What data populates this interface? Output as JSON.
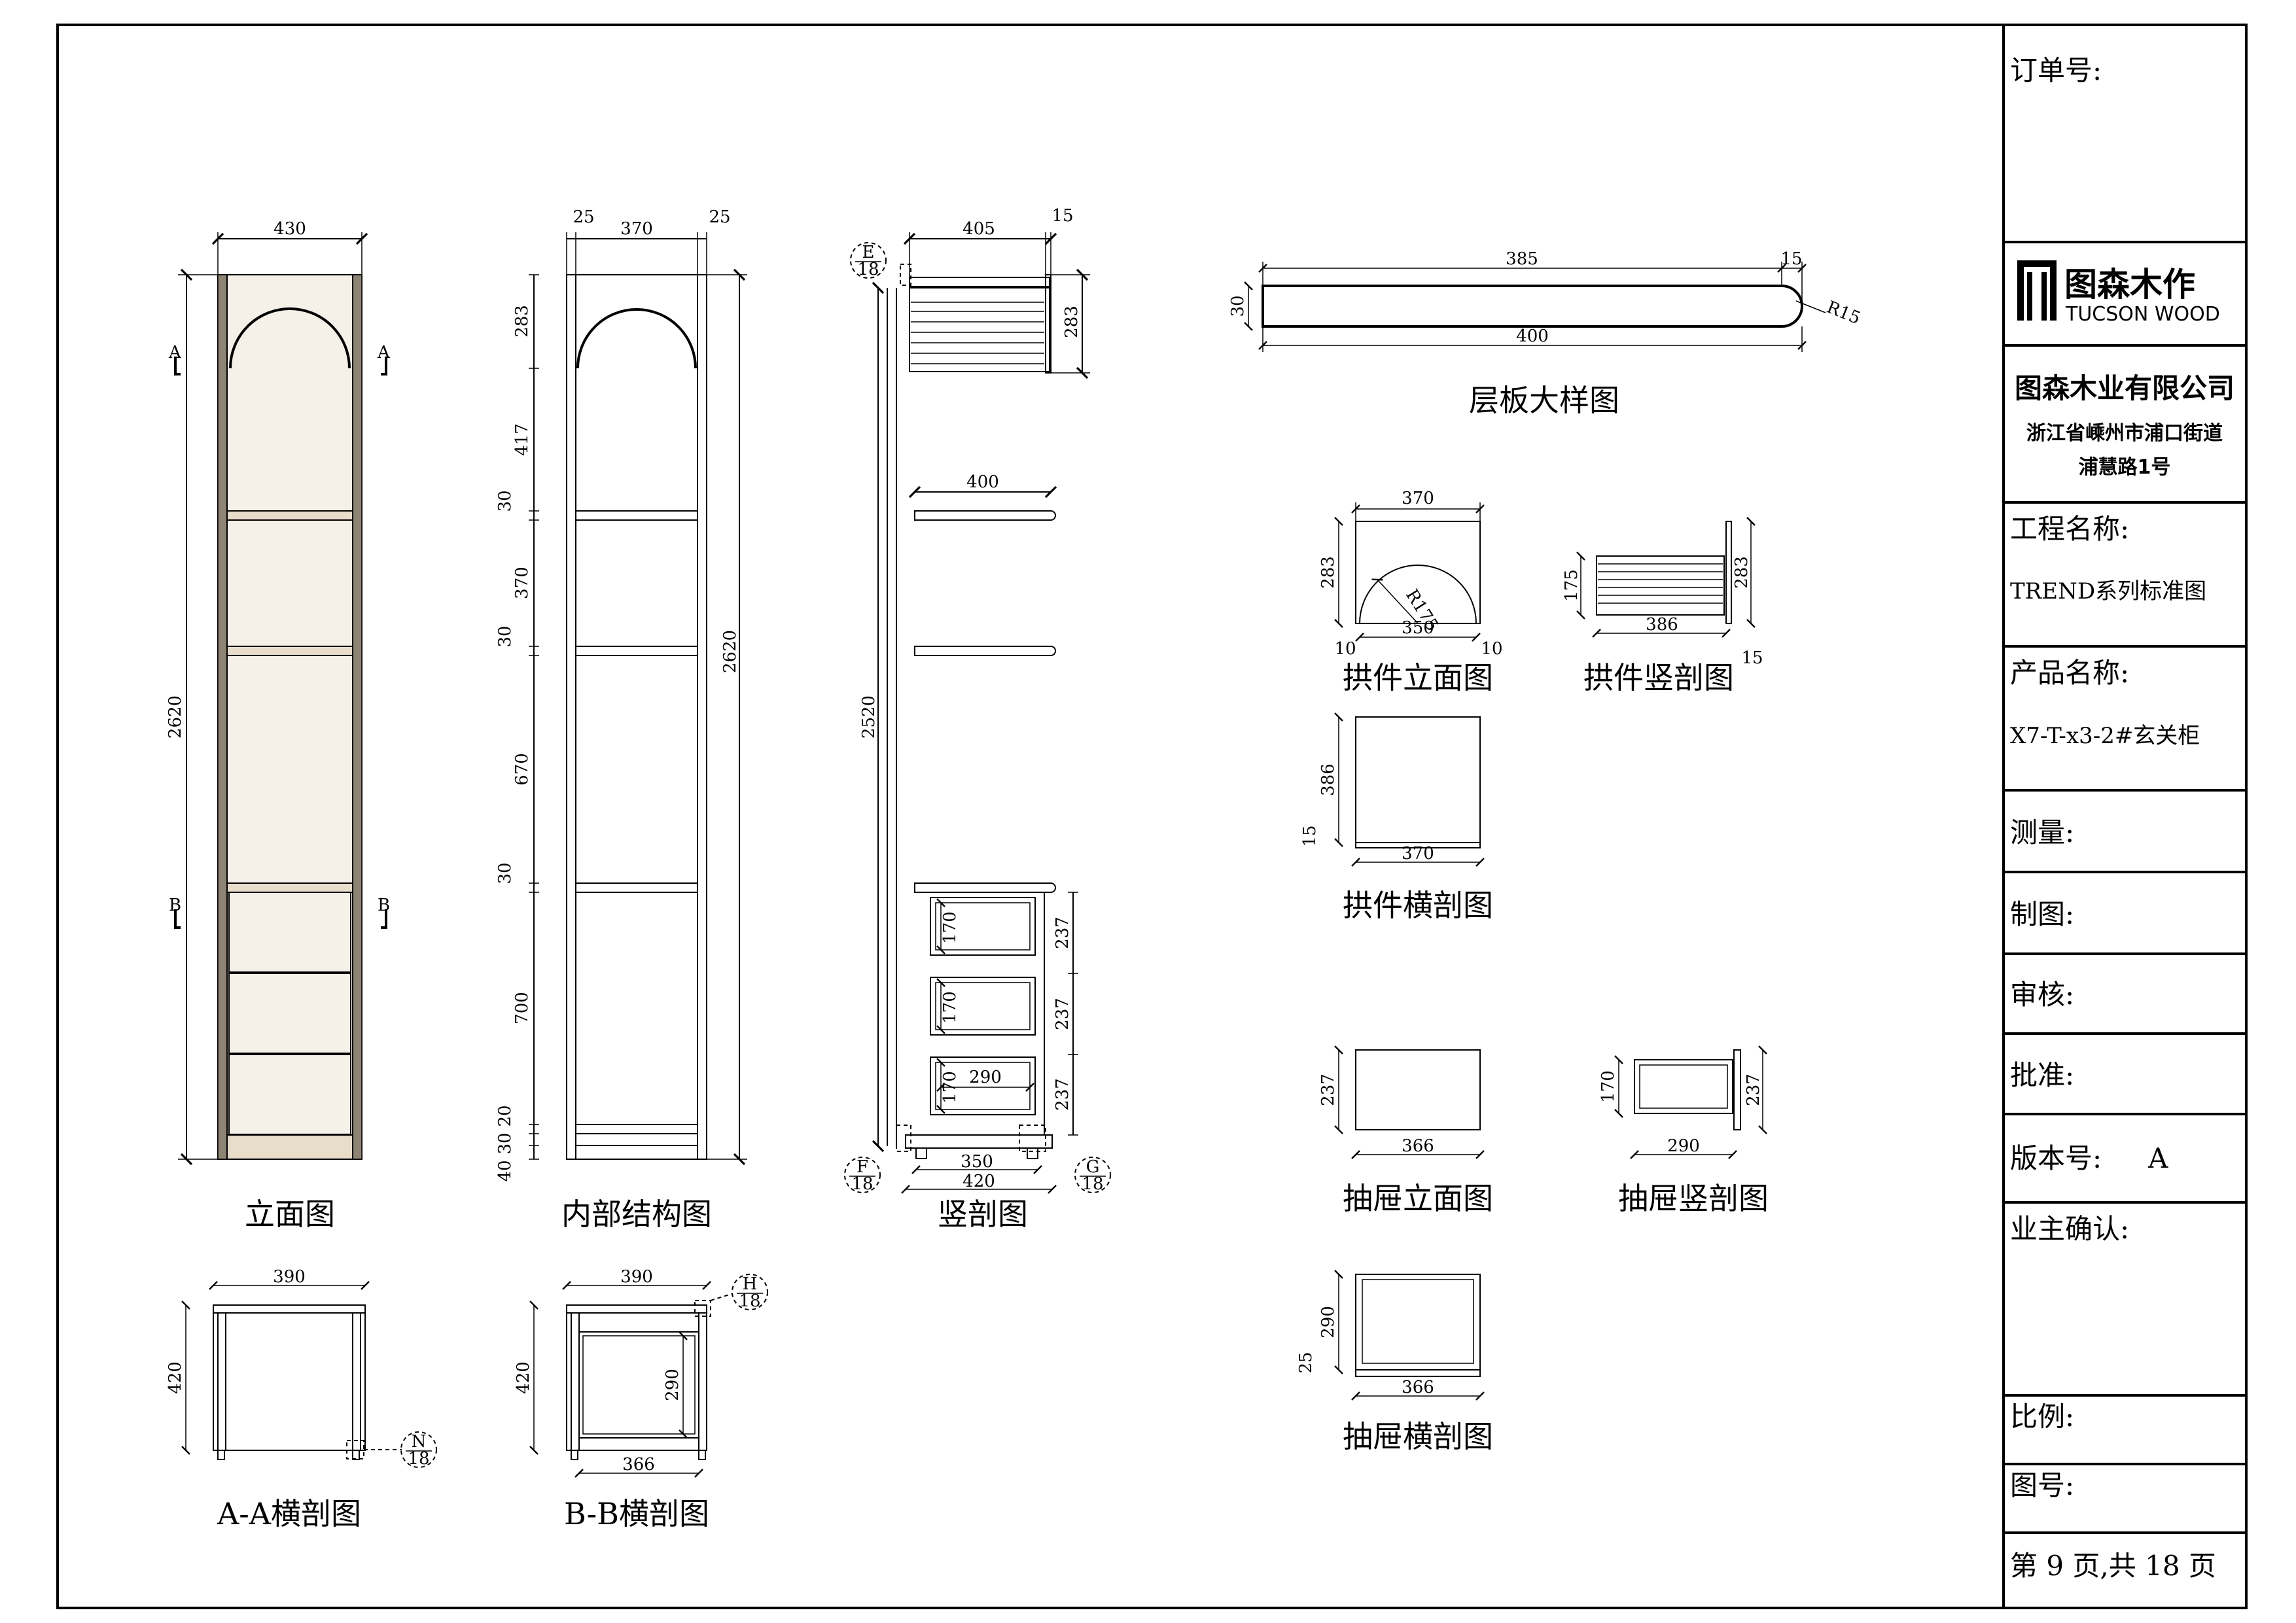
{
  "title_block": {
    "order_no_label": "订单号:",
    "brand_cn": "图森木作",
    "brand_en": "TUCSON WOOD",
    "company_name": "图森木业有限公司",
    "address_line1": "浙江省嵊州市浦口街道",
    "address_line2": "浦慧路1号",
    "project_label": "工程名称:",
    "project_value": "TREND系列标准图",
    "product_label": "产品名称:",
    "product_value": "X7-T-x3-2#玄关柜",
    "measure_label": "测量:",
    "draw_label": "制图:",
    "review_label": "审核:",
    "approve_label": "批准:",
    "version_label": "版本号:",
    "version_value": "A",
    "owner_confirm_label": "业主确认:",
    "scale_label": "比例:",
    "drawing_no_label": "图号:",
    "page_text": "第 9 页,共 18 页"
  },
  "views": {
    "elevation": {
      "title": "立面图",
      "width": "430",
      "height": "2620",
      "sec_a": "A",
      "sec_b": "B"
    },
    "internal": {
      "title": "内部结构图",
      "w_left": "25",
      "w_mid": "370",
      "w_right": "25",
      "d1": "283",
      "d2": "417",
      "d3": "30",
      "d4": "370",
      "d5": "30",
      "d6": "670",
      "d7": "30",
      "d8": "700",
      "d9": "20",
      "d10": "30",
      "d11": "40",
      "total": "2620"
    },
    "vertical_section": {
      "title": "竖剖图",
      "top_w": "405",
      "top_r": "15",
      "arch_h": "283",
      "shelf_w": "400",
      "height": "2520",
      "drawer_h1": "170",
      "drawer_h2": "170",
      "drawer_h3": "170",
      "drawer_d": "290",
      "pitch1": "237",
      "pitch2": "237",
      "pitch3": "237",
      "bottom_w1": "350",
      "bottom_w2": "420",
      "tag_e": "E",
      "tag_e_n": "18",
      "tag_f": "F",
      "tag_f_n": "18",
      "tag_g": "G",
      "tag_g_n": "18"
    },
    "shelf_detail": {
      "title": "层板大样图",
      "top_w": "385",
      "top_r": "15",
      "thk": "30",
      "total": "400",
      "radius": "R15"
    },
    "arch_elevation": {
      "title": "拱件立面图",
      "width": "370",
      "height": "283",
      "radius": "R175",
      "inner": "350",
      "l": "10",
      "r": "10"
    },
    "arch_section_v": {
      "title": "拱件竖剖图",
      "h1": "175",
      "h2": "283",
      "depth": "386",
      "thk": "15"
    },
    "arch_section_h": {
      "title": "拱件横剖图",
      "depth": "386",
      "width": "370",
      "thk": "15"
    },
    "drawer_elev": {
      "title": "抽屉立面图",
      "height": "237",
      "width": "366"
    },
    "drawer_section_v": {
      "title": "抽屉竖剖图",
      "h1": "170",
      "h2": "237",
      "depth": "290"
    },
    "drawer_section_h": {
      "title": "抽屉横剖图",
      "depth": "290",
      "thk": "25",
      "width": "366"
    },
    "aa_section": {
      "title": "A-A横剖图",
      "width": "390",
      "depth": "420",
      "tag": "N",
      "tag_n": "18"
    },
    "bb_section": {
      "title": "B-B横剖图",
      "width": "390",
      "depth": "420",
      "inner_d": "290",
      "inner_w": "366",
      "tag": "H",
      "tag_n": "18"
    }
  }
}
